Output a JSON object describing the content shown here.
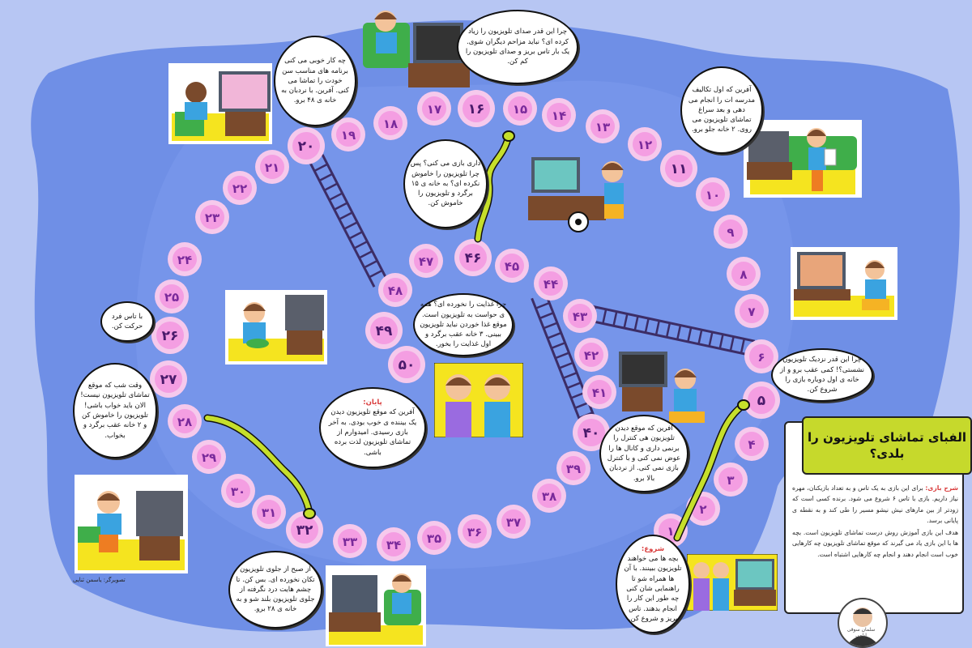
{
  "title": "الفبای تماشای تلویزیون را بلدی؟",
  "rules": {
    "label": "شرح بازی:",
    "text": "برای این بازی به یک تاس و به تعداد بازیکنان، مهره نیاز داریم. بازی با تاس ۶ شروع می شود. برنده کسی است که زودتر از بین مارهای نیش نیشو مسیر را طی کند و به نقطه ی پایانی برسد.",
    "goal": "هدف این بازی آموزش روش درست تماشای تلویزیون است. بچه ها با این بازی یاد می گیرند که موقع تماشای تلویزیون چه کارهایی خوب است انجام دهند و انجام چه کارهایی اشتباه است."
  },
  "author": "سلمان سوقی ایلمی",
  "illustrator": "تصویرگر: یاسمن ثنایی",
  "cells": [
    "۱",
    "۲",
    "۳",
    "۴",
    "۵",
    "۶",
    "۷",
    "۸",
    "۹",
    "۱۰",
    "۱۱",
    "۱۲",
    "۱۳",
    "۱۴",
    "۱۵",
    "۱۶",
    "۱۷",
    "۱۸",
    "۱۹",
    "۲۰",
    "۲۱",
    "۲۲",
    "۲۳",
    "۲۴",
    "۲۵",
    "۲۶",
    "۲۷",
    "۲۸",
    "۲۹",
    "۳۰",
    "۳۱",
    "۳۲",
    "۳۳",
    "۳۴",
    "۳۵",
    "۳۶",
    "۳۷",
    "۳۸",
    "۳۹",
    "۴۰",
    "۴۱",
    "۴۲",
    "۴۳",
    "۴۴",
    "۴۵",
    "۴۶",
    "۴۷",
    "۴۸",
    "۴۹",
    "۵۰"
  ],
  "bubbles": {
    "start_label": "شروع:",
    "start": "بچه ها می خواهند تلویزیون ببینند. با آن ها همراه شو تا راهنمایی شان کنی چه طور این کار را انجام بدهند. تاس بریز و شروع کن.",
    "b5": "چرا این قدر نزدیک تلویزیون نشستی؟! کمی عقب برو و از خانه ی اول دوباره بازی را شروع کن.",
    "b11": "آفرین که اول تکالیف مدرسه ات را انجام می دهی و بعد سراغ تماشای تلویزیون می روی. ۲ خانه جلو برو.",
    "b16": "چرا این قدر صدای تلویزیون را زیاد کرده ای؟ نباید مزاحم دیگران شوی. یک بار تاس بریز و صدای تلویزیون را کم کن.",
    "b20": "چه کار خوبی می کنی برنامه های مناسب سن خودت را تماشا می کنی. آفرین. با نردبان به خانه ی ۴۸ برو.",
    "b26": "با تاس فرد حرکت کن.",
    "b27": "وقت شب که موقع تماشای تلویزیون نیست! الان باید خواب باشی! تلویزیون را خاموش کن و ۲ خانه عقب برگرد و بخواب.",
    "b32": "از صبح از جلوی تلویزیون تکان نخورده ای. بس کن. تا چشم هایت درد نگرفته از جلوی تلویزیون بلند شو و به خانه ی ۲۸ برو.",
    "b40": "آفرین که موقع دیدن تلویزیون هی کنترل را برنمی داری و کانال ها را عوض نمی کنی و با کنترل بازی نمی کنی. از نردبان بالا برو.",
    "b46": "داری بازی می کنی؟ پس چرا تلویزیون را خاموش نکرده ای؟ به خانه ی ۱۵ برگرد و تلویزیون را خاموش کن.",
    "b49": "چرا غذایت را نخورده ای؟ همه ی حواست به تلویزیون است. موقع غذا خوردن نباید تلویزیون ببینی. ۳ خانه عقب برگرد و اول غذایت را بخور.",
    "end_label": "پایان:",
    "end": "آفرین که موقع تلویزیون دیدن یک بیننده ی خوب بودی. به آخر بازی رسیدی. امیدوارم از تماشای تلویزیون لذت برده باشی."
  },
  "colors": {
    "background": "#b7c6f3",
    "panel_blue": "#6f8fe6",
    "cell_outer": "#f6c9ec",
    "cell_inner": "#f49ee2",
    "number": "#7a2a9b",
    "ladder": "#3c2d66",
    "snake": "#c6df2b",
    "accent_title": "#c6d92c",
    "label_red": "#d93a3a"
  }
}
